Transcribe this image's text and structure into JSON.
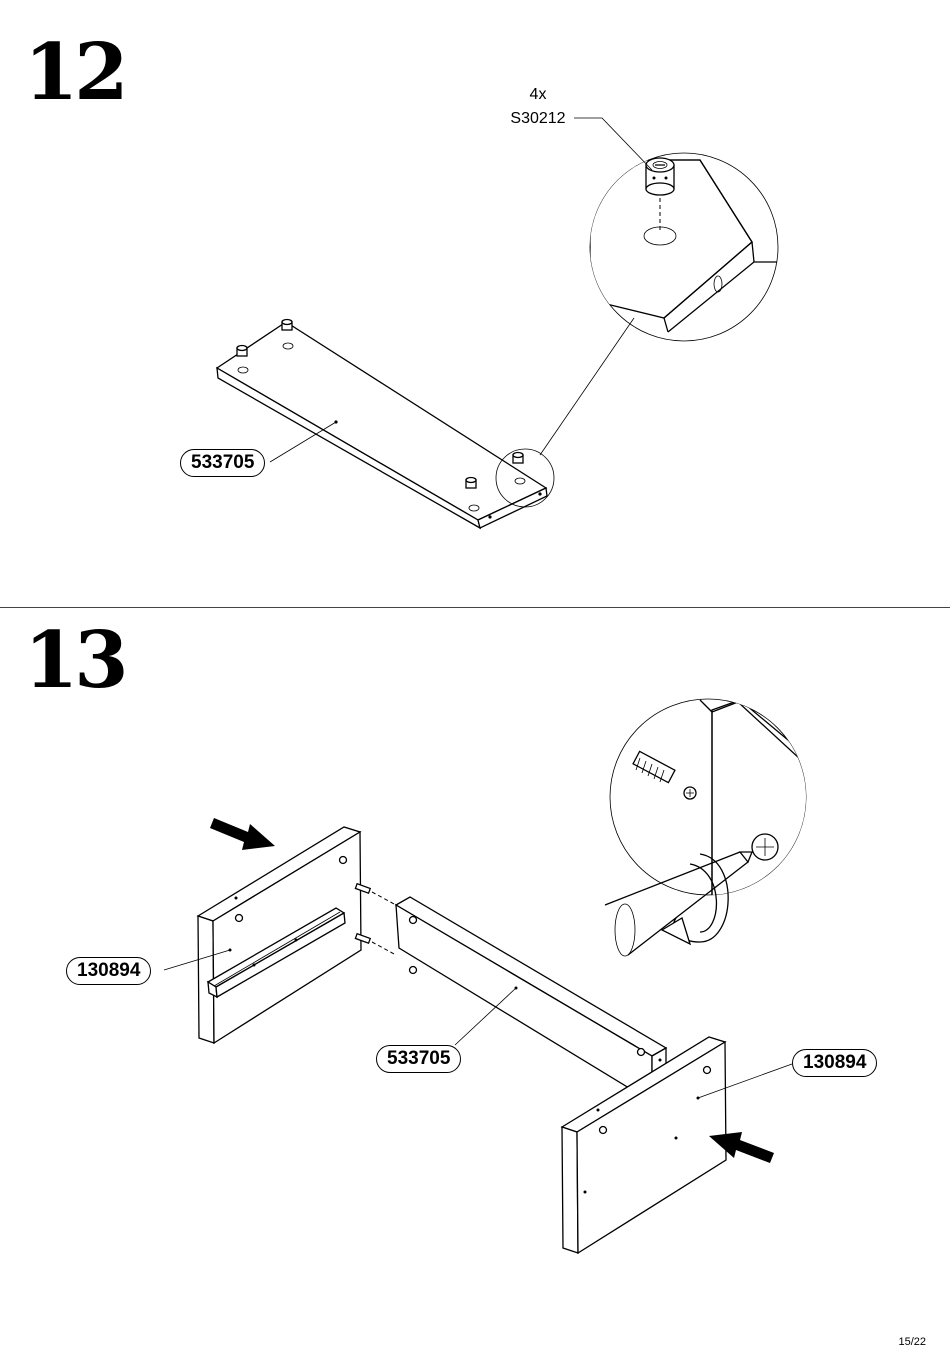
{
  "steps": [
    {
      "number": "12",
      "part_callout": "533705",
      "hardware": {
        "quantity": "4x",
        "code": "S30212"
      }
    },
    {
      "number": "13",
      "part_callouts": {
        "left_side": "130894",
        "middle_panel": "533705",
        "right_side": "130894"
      }
    }
  ],
  "footer": {
    "page_number": "15/22"
  }
}
